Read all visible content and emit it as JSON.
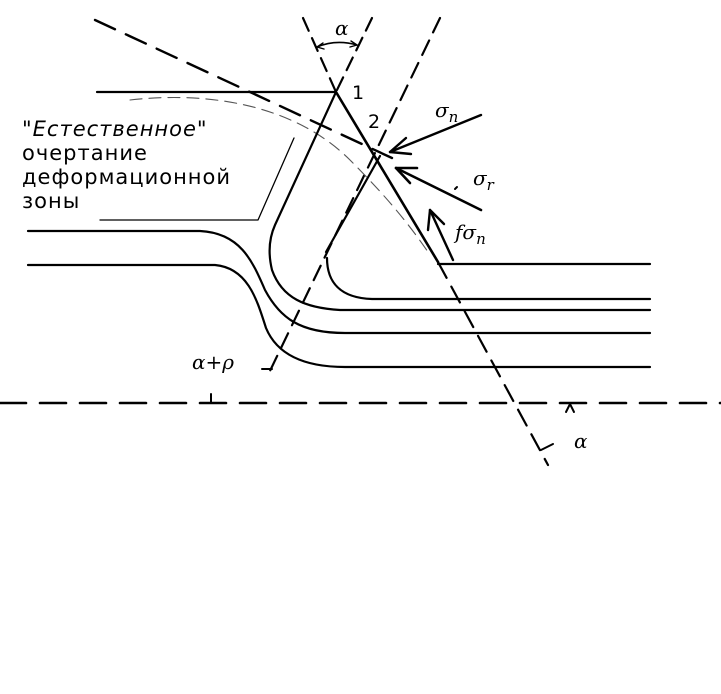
{
  "diagram": {
    "colors": {
      "ink": "#000000",
      "background": "#ffffff",
      "thin_dash": "#555555"
    },
    "labels": {
      "angle_top": "α",
      "point_1": "1",
      "point_2": "2",
      "sigma_n": "σn",
      "sigma_r": "σr",
      "f_sigma_n": "fσn",
      "alpha_plus_rho": "α+ρ",
      "angle_bottom": "α"
    },
    "caption": {
      "line1": "\"Естественное\"",
      "line2": "очертание",
      "line3": "деформационной",
      "line4": "зоны"
    }
  }
}
